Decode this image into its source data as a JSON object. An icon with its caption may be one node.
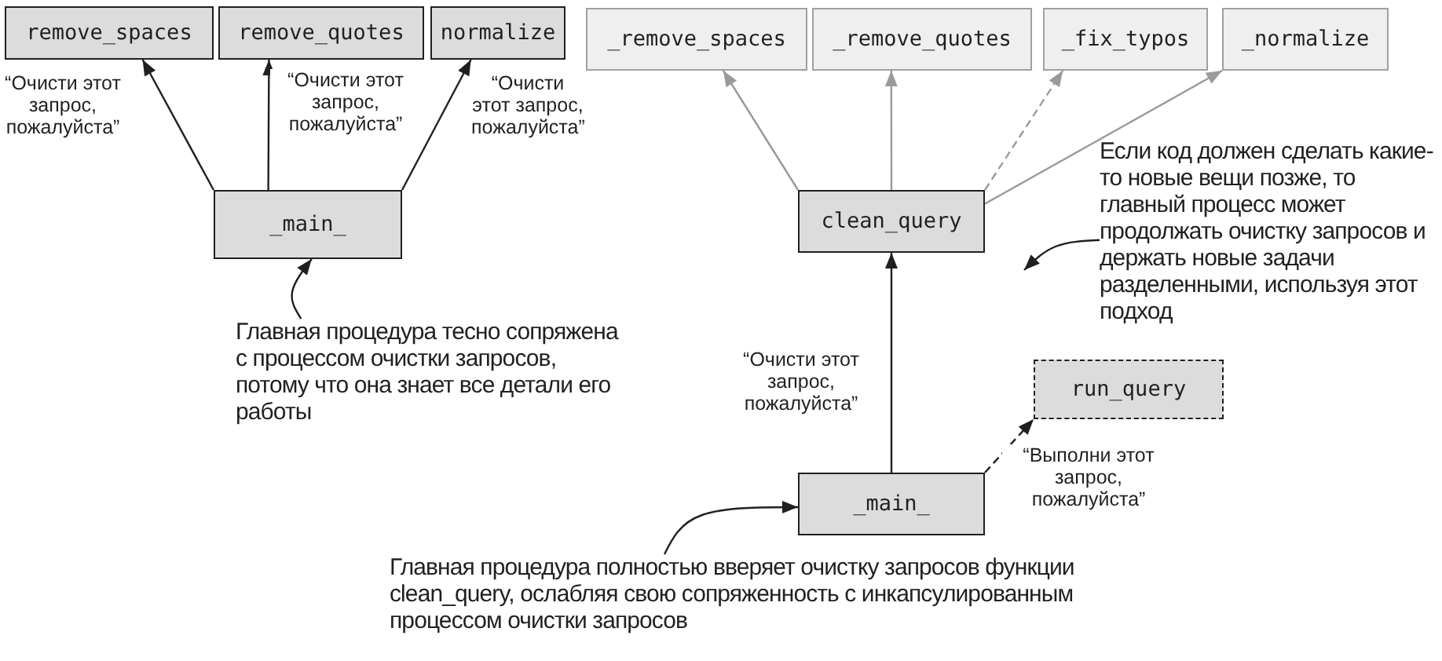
{
  "diagram": {
    "nodes": [
      {
        "text": [
          "remove_spaces"
        ]
      },
      {
        "text": [
          "remove_quotes"
        ]
      },
      {
        "text": [
          "normalize"
        ]
      },
      {
        "text": [
          "_main_"
        ]
      },
      {
        "text": [
          "Главная процедура тесно сопряжена с процессом очистки запросов, потому что она знает все детали его работы"
        ]
      },
      {
        "text": [
          "_remove_spaces"
        ]
      },
      {
        "text": [
          "_remove_quotes"
        ]
      },
      {
        "text": [
          "_fix_typos"
        ]
      },
      {
        "text": [
          "_normalize"
        ]
      },
      {
        "text": [
          "clean_query"
        ]
      },
      {
        "text": [
          "Если код должен сделать какие-то новые вещи позже, то главный процесс может продолжать очистку запросов и держать новые задачи разделенными, используя этот подход"
        ]
      },
      {
        "text": [
          "run_query"
        ]
      },
      {
        "text": [
          "_main_"
        ]
      },
      {
        "text": [
          "Главная процедура полностью вверяет очистку запросов функции clean_query, ослабляя свою сопряженность с инкапсулированным процессом очистки запросов"
        ]
      }
    ],
    "edges": [
      {
        "from": 3,
        "to": 0,
        "arrow": "to",
        "label": "“Очисти этот запрос, пожалуйста”"
      },
      {
        "from": 3,
        "to": 1,
        "arrow": "to",
        "label": "“Очисти этот запрос, пожалуйста”"
      },
      {
        "from": 3,
        "to": 2,
        "arrow": "to",
        "label": "“Очисти этот запрос, пожалуйста”"
      },
      {
        "from": 4,
        "to": 3,
        "arrow": "to"
      },
      {
        "from": 9,
        "to": 5,
        "arrow": "to",
        "color": "#9a9a9a"
      },
      {
        "from": 9,
        "to": 6,
        "arrow": "to",
        "color": "#9a9a9a"
      },
      {
        "from": 9,
        "to": 7,
        "arrow": "to",
        "color": "#9a9a9a",
        "style": "dashed"
      },
      {
        "from": 9,
        "to": 8,
        "arrow": "to",
        "color": "#9a9a9a"
      },
      {
        "from": 10,
        "to": null,
        "arrow": "to"
      },
      {
        "from": 12,
        "to": 9,
        "arrow": "to",
        "label": "“Очисти этот запрос, пожалуйста”"
      },
      {
        "from": 12,
        "to": 11,
        "arrow": "to",
        "style": "dashed",
        "label": "“Выполни этот запрос, пожалуйста”"
      },
      {
        "from": 13,
        "to": 12,
        "arrow": "to"
      }
    ]
  }
}
